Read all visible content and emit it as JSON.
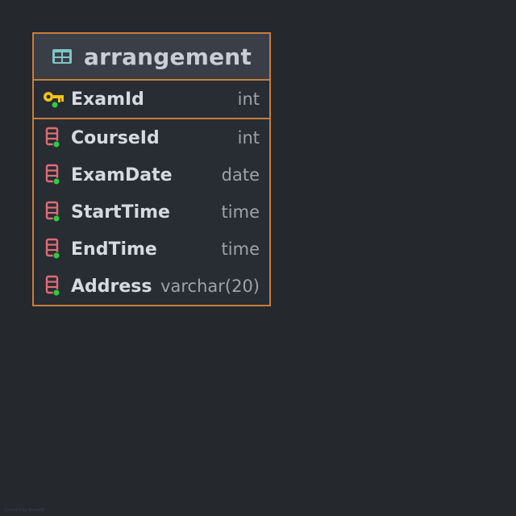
{
  "table": {
    "name": "arrangement",
    "primary_key": {
      "name": "ExamId",
      "type": "int"
    },
    "columns": [
      {
        "name": "CourseId",
        "type": "int"
      },
      {
        "name": "ExamDate",
        "type": "date"
      },
      {
        "name": "StartTime",
        "type": "time"
      },
      {
        "name": "EndTime",
        "type": "time"
      },
      {
        "name": "Address",
        "type": "varchar(20)"
      }
    ]
  },
  "watermark": "Created by drawDB",
  "colors": {
    "background": "#25282d",
    "border": "#c97d3a",
    "header": "#3a3f47",
    "key_icon": "#f2c21b",
    "column_icon": "#e06c75",
    "not_null_dot": "#2ecc40",
    "table_icon": "#7fc4c4"
  },
  "icons": {
    "table": "table-icon",
    "primary_key": "key-icon",
    "column": "column-icon"
  }
}
